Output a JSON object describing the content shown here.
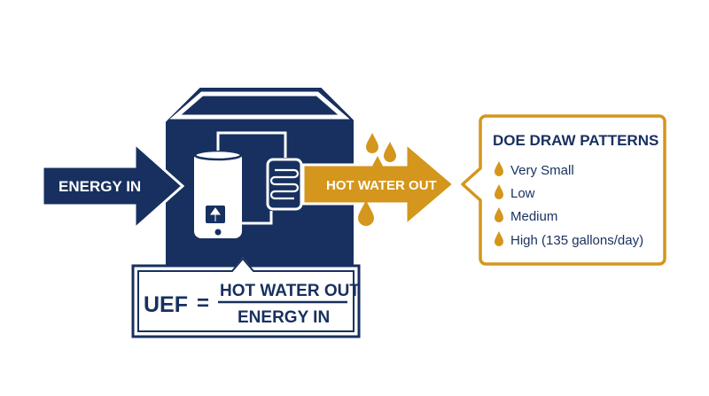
{
  "input_arrow": {
    "label": "ENERGY IN"
  },
  "output_arrow": {
    "label": "HOT WATER OUT"
  },
  "formula": {
    "lhs": "UEF",
    "equals": "=",
    "numerator": "HOT WATER OUT",
    "denominator": "ENERGY IN"
  },
  "draw_patterns": {
    "title": "DOE DRAW PATTERNS",
    "items": [
      {
        "label": "Very Small"
      },
      {
        "label": "Low"
      },
      {
        "label": "Medium"
      },
      {
        "label": "High (135 gallons/day)"
      }
    ]
  },
  "colors": {
    "navy": "#17305f",
    "gold": "#d4961c",
    "white": "#ffffff"
  },
  "icons": [
    "water-heater-icon",
    "flame-icon",
    "heat-exchanger-icon",
    "water-drop-icon"
  ]
}
